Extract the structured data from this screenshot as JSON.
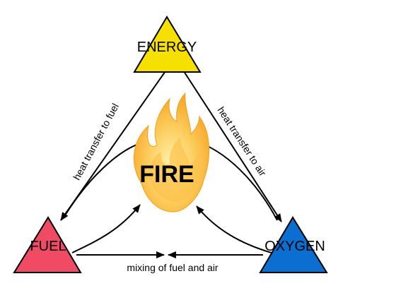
{
  "nodes": {
    "energy": {
      "label": "ENERGY",
      "color": "#f5e000"
    },
    "fuel": {
      "label": "FUEL",
      "color": "#f04a64"
    },
    "oxygen": {
      "label": "OXYGEN",
      "color": "#0a6fd0"
    }
  },
  "center": {
    "label": "FIRE",
    "icon": "flame-icon"
  },
  "edges": {
    "left": {
      "label": "heat transfer to fuel"
    },
    "right": {
      "label": "heat transfer to air"
    },
    "bottom": {
      "label": "mixing of fuel and air"
    }
  },
  "colors": {
    "line": "#000000",
    "flame_outer": "#fbd27e",
    "flame_inner": "#fca92e"
  }
}
